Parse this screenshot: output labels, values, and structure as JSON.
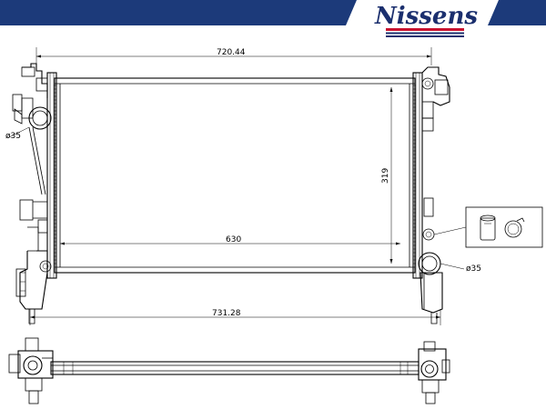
{
  "brand": {
    "name": "Nissens",
    "color_text": "#1b2f6e",
    "color_banner": "#1c3a7a",
    "color_stripe_red": "#c8102e",
    "color_stripe_blue": "#1b2f6e"
  },
  "dimensions": {
    "top_width": "720.44",
    "bottom_width": "731.28",
    "inner_width": "630",
    "core_height": "319",
    "inlet_diameter": "ø35",
    "outlet_diameter": "ø35"
  },
  "icons": {
    "detail_inset": "sensor-and-clip-detail-icon"
  }
}
